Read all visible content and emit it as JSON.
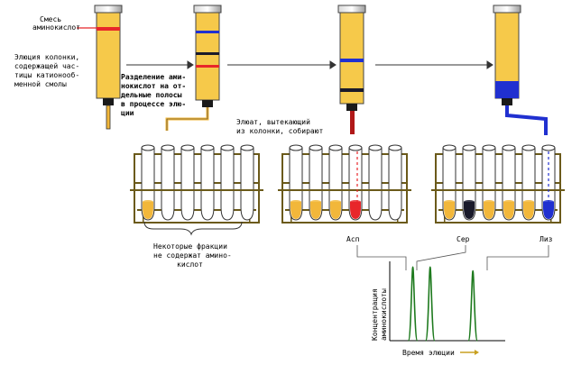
{
  "labels": {
    "amino_mix": [
      "Смесь",
      "аминокислот"
    ],
    "column_packing": [
      "Элюция колонки,",
      "содержащей час-",
      "тицы катионооб-",
      "менной смолы"
    ],
    "separation": [
      "Разделение ами-",
      "нокислот на от-",
      "дельные полосы",
      "в процессе элю-",
      "ции"
    ],
    "eluate": [
      "Элюат, вытекающий",
      "из колонки, собирают"
    ],
    "empty_fractions": [
      "Некоторые фракции",
      "не содержат амино-",
      "кислот"
    ],
    "asp": "Асп",
    "ser": "Сер",
    "lys": "Лиз",
    "y_axis": [
      "Концентрация",
      "аминокислоты"
    ],
    "x_axis": "Время элюции"
  },
  "colors": {
    "column_fill": "#f6c94a",
    "band_red": "#e8262a",
    "band_blue": "#2030d0",
    "band_dark": "#1a1a2a",
    "peak_green": "#1e7a1e",
    "tube_orange": "#f2b73a",
    "rack": "#6b5a1a"
  },
  "chart_data": {
    "type": "line",
    "title": "",
    "xlabel": "Время элюции",
    "ylabel": "Концентрация аминокислоты",
    "series": [
      {
        "peaks_at": [
          0.2,
          0.35,
          0.72
        ],
        "heights": [
          0.95,
          0.95,
          0.9
        ]
      }
    ]
  }
}
